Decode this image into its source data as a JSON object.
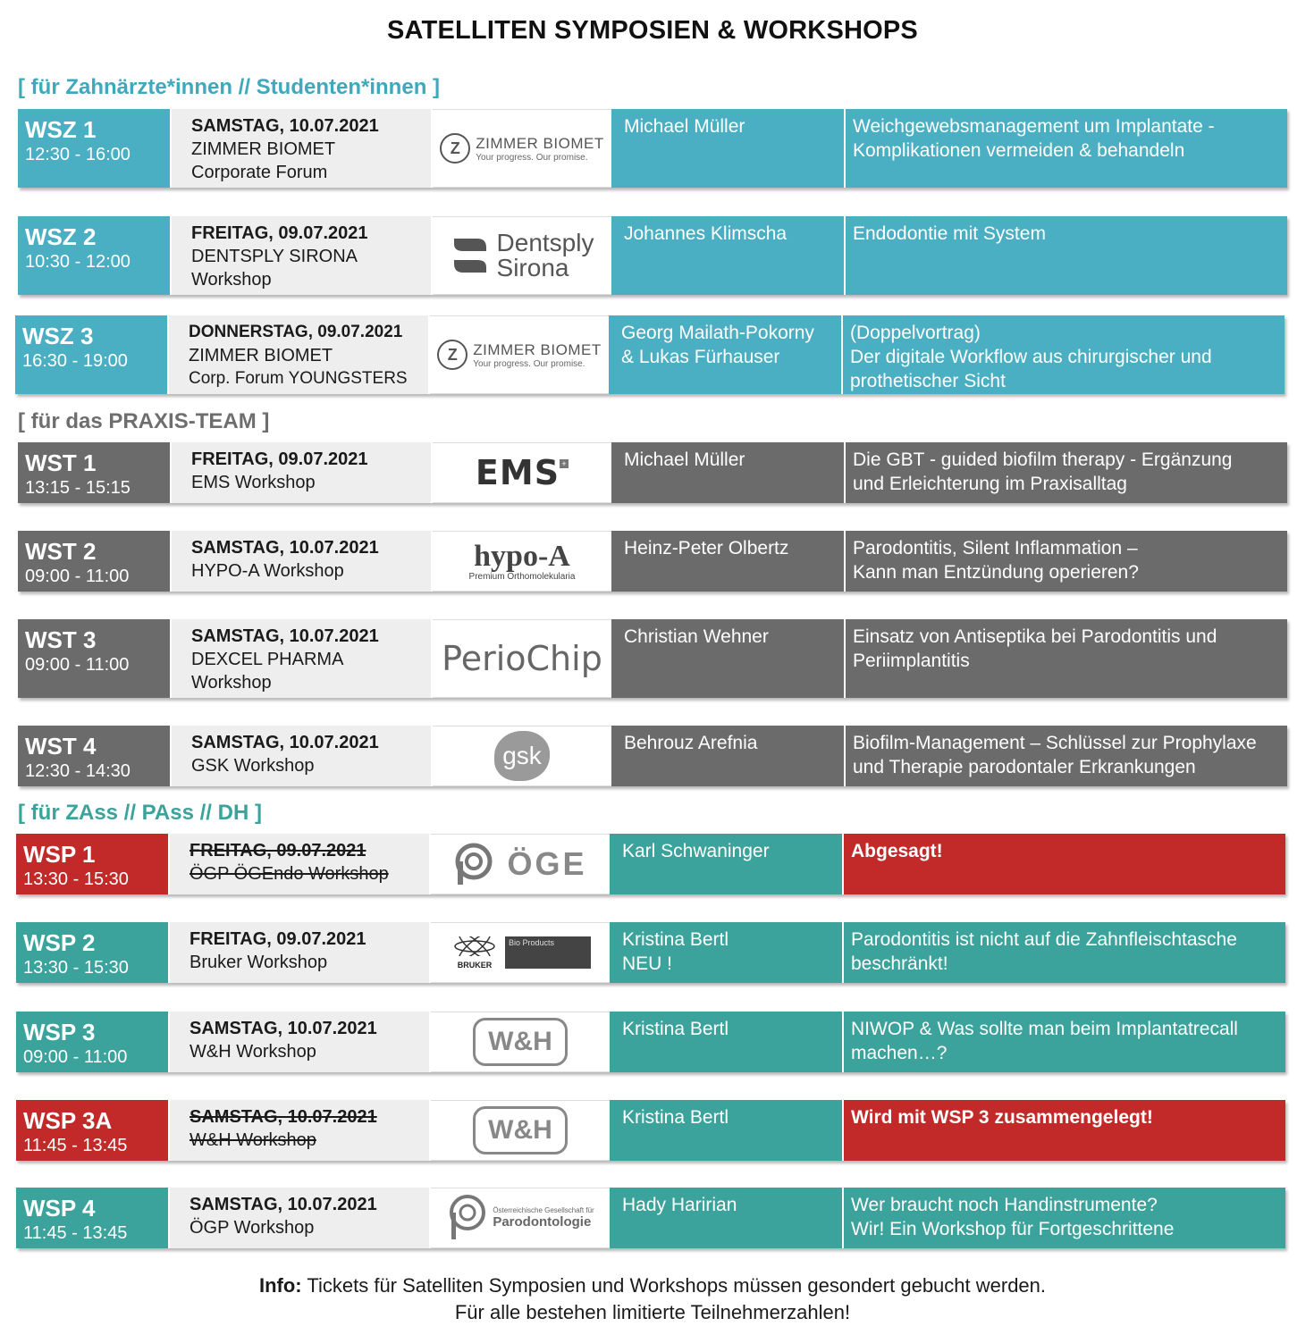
{
  "title": "SATELLITEN SYMPOSIEN & WORKSHOPS",
  "sections": {
    "dentists": "[ für Zahnärzte*innen // Studenten*innen ]",
    "team": "[ für das PRAXIS-TEAM ]",
    "assistants": "[ für ZAss // PAss // DH ]"
  },
  "colors": {
    "teal": "#4aafc2",
    "grey": "#6b6b6b",
    "green": "#3ba39b",
    "red": "#c22a2a"
  },
  "rows": [
    {
      "id": "WSZ 1",
      "time": "12:30 - 16:00",
      "date": "SAMSTAG, 10.07.2021",
      "line2": "ZIMMER BIOMET",
      "line3": "Corporate Forum",
      "logo": "ZIMMER BIOMET",
      "logo_tag": "Your progress. Our promise.",
      "speaker": "Michael Müller",
      "speaker2": "",
      "topic": "Weichgewebsmanagement um Implantate -",
      "topic2": "Komplikationen vermeiden & behandeln",
      "topic3": ""
    },
    {
      "id": "WSZ 2",
      "time": "10:30 - 12:00",
      "date": "FREITAG, 09.07.2021",
      "line2": "DENTSPLY SIRONA",
      "line3": "Workshop",
      "logo": "Dentsply",
      "logo_tag": "Sirona",
      "speaker": "Johannes Klimscha",
      "speaker2": "",
      "topic": "Endodontie mit System",
      "topic2": "",
      "topic3": ""
    },
    {
      "id": "WSZ 3",
      "time": "16:30 - 19:00",
      "date": "DONNERSTAG, 09.07.2021",
      "line2": "ZIMMER BIOMET",
      "line3": "Corp. Forum YOUNGSTERS",
      "logo": "ZIMMER BIOMET",
      "logo_tag": "Your progress. Our promise.",
      "speaker": "Georg Mailath-Pokorny",
      "speaker2": "& Lukas Fürhauser",
      "topic": "(Doppelvortrag)",
      "topic2": "Der digitale Workflow aus chirurgischer und",
      "topic3": "prothetischer Sicht"
    },
    {
      "id": "WST 1",
      "time": "13:15 - 15:15",
      "date": "FREITAG, 09.07.2021",
      "line2": "EMS Workshop",
      "line3": "",
      "logo": "EMS",
      "logo_tag": "",
      "speaker": "Michael Müller",
      "speaker2": "",
      "topic": "Die GBT - guided biofilm therapy - Ergänzung",
      "topic2": "und Erleichterung im Praxisalltag",
      "topic3": ""
    },
    {
      "id": "WST 2",
      "time": "09:00 - 11:00",
      "date": "SAMSTAG, 10.07.2021",
      "line2": "HYPO-A Workshop",
      "line3": "",
      "logo": "hypo-A",
      "logo_tag": "Premium Orthomolekularia",
      "speaker": "Heinz-Peter Olbertz",
      "speaker2": "",
      "topic": "Parodontitis, Silent Inflammation –",
      "topic2": "Kann man Entzündung operieren?",
      "topic3": ""
    },
    {
      "id": "WST 3",
      "time": "09:00 - 11:00",
      "date": "SAMSTAG, 10.07.2021",
      "line2": "DEXCEL PHARMA",
      "line3": "Workshop",
      "logo": "PerioChip",
      "logo_tag": "",
      "speaker": "Christian Wehner",
      "speaker2": "",
      "topic": "Einsatz von Antiseptika bei Parodontitis und",
      "topic2": "Periimplantitis",
      "topic3": ""
    },
    {
      "id": "WST 4",
      "time": "12:30 - 14:30",
      "date": "SAMSTAG, 10.07.2021",
      "line2": "GSK Workshop",
      "line3": "",
      "logo": "gsk",
      "logo_tag": "",
      "speaker": "Behrouz Arefnia",
      "speaker2": "",
      "topic": "Biofilm-Management – Schlüssel zur Prophylaxe",
      "topic2": "und Therapie parodontaler Erkrankungen",
      "topic3": ""
    },
    {
      "id": "WSP 1",
      "time": "13:30 - 15:30",
      "date": "FREITAG, 09.07.2021",
      "line2": "ÖGP ÖGEndo Workshop",
      "line3": "",
      "logo": "ÖGE",
      "logo_tag": "",
      "speaker": "Karl Schwaninger",
      "speaker2": "",
      "topic": "Abgesagt!",
      "topic2": "",
      "topic3": ""
    },
    {
      "id": "WSP 2",
      "time": "13:30 - 15:30",
      "date": "FREITAG, 09.07.2021",
      "line2": "Bruker Workshop",
      "line3": "",
      "logo": "BRUKER",
      "logo_tag": "Bio Products",
      "speaker": "Kristina Bertl",
      "speaker2": "NEU !",
      "topic": "Parodontitis ist nicht auf die Zahnfleischtasche",
      "topic2": "beschränkt!",
      "topic3": ""
    },
    {
      "id": "WSP 3",
      "time": "09:00 - 11:00",
      "date": "SAMSTAG, 10.07.2021",
      "line2": "W&H Workshop",
      "line3": "",
      "logo": "W&H",
      "logo_tag": "",
      "speaker": "Kristina Bertl",
      "speaker2": "",
      "topic": "NIWOP & Was sollte man beim Implantatrecall",
      "topic2": "machen…?",
      "topic3": ""
    },
    {
      "id": "WSP 3A",
      "time": "11:45 - 13:45",
      "date": "SAMSTAG, 10.07.2021",
      "line2": "W&H Workshop",
      "line3": "",
      "logo": "W&H",
      "logo_tag": "",
      "speaker": "Kristina Bertl",
      "speaker2": "",
      "topic": "Wird mit WSP 3 zusammengelegt!",
      "topic2": "",
      "topic3": ""
    },
    {
      "id": "WSP 4",
      "time": "11:45 - 13:45",
      "date": "SAMSTAG, 10.07.2021",
      "line2": "ÖGP Workshop",
      "line3": "",
      "logo": "Parodontologie",
      "logo_tag": "Österreichische Gesellschaft für",
      "speaker": "Hady Haririan",
      "speaker2": "",
      "topic": "Wer braucht noch Handinstrumente?",
      "topic2": "Wir! Ein Workshop für Fortgeschrittene",
      "topic3": ""
    }
  ],
  "footer": {
    "label": "Info:",
    "line1": "Tickets für Satelliten Symposien und Workshops müssen gesondert gebucht werden.",
    "line2": "Für alle bestehen limitierte Teilnehmerzahlen!"
  }
}
